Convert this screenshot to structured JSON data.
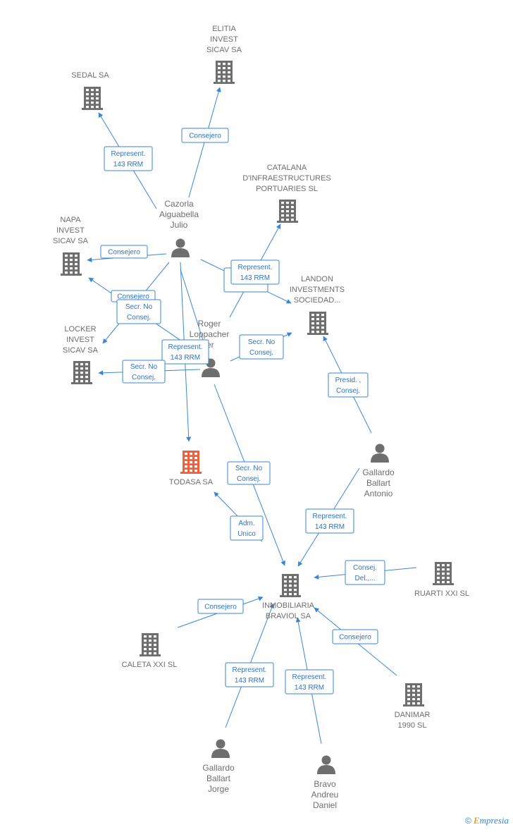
{
  "colors": {
    "edge": "#3a86d6",
    "building": "#6e6e6e",
    "building_highlight": "#f0603a",
    "person": "#6e6e6e"
  },
  "nodes": [
    {
      "id": "elitia",
      "type": "building",
      "label": [
        "ELITIA",
        "INVEST",
        "SICAV SA"
      ]
    },
    {
      "id": "sedal",
      "type": "building",
      "label": [
        "SEDAL SA"
      ]
    },
    {
      "id": "catalana",
      "type": "building",
      "label": [
        "CATALANA",
        "D'INFRAESTRUCTURES",
        "PORTUARIES SL"
      ]
    },
    {
      "id": "napa",
      "type": "building",
      "label": [
        "NAPA",
        "INVEST",
        "SICAV SA"
      ]
    },
    {
      "id": "landon",
      "type": "building",
      "label": [
        "LANDON",
        "INVESTMENTS",
        "SOCIEDAD..."
      ]
    },
    {
      "id": "locker",
      "type": "building",
      "label": [
        "LOCKER",
        "INVEST",
        "SICAV SA"
      ]
    },
    {
      "id": "todasa",
      "type": "building",
      "highlight": true,
      "label": [
        "TODASA SA"
      ]
    },
    {
      "id": "inmobiliaria",
      "type": "building",
      "label": [
        "INMOBILIARIA",
        "BRAVIOL SA"
      ]
    },
    {
      "id": "ruarti",
      "type": "building",
      "label": [
        "RUARTI XXI SL"
      ]
    },
    {
      "id": "caleta",
      "type": "building",
      "label": [
        "CALETA XXI SL"
      ]
    },
    {
      "id": "danimar",
      "type": "building",
      "label": [
        "DANIMAR",
        "1990 SL"
      ]
    },
    {
      "id": "cazorla",
      "type": "person",
      "label": [
        "Cazorla",
        "Aiguabella",
        "Julio"
      ]
    },
    {
      "id": "roger",
      "type": "person",
      "label": [
        "Roger",
        "Loppacher",
        "ier"
      ]
    },
    {
      "id": "gallardo_antonio",
      "type": "person",
      "label": [
        "Gallardo",
        "Ballart",
        "Antonio"
      ]
    },
    {
      "id": "gallardo_jorge",
      "type": "person",
      "label": [
        "Gallardo",
        "Ballart",
        "Jorge"
      ]
    },
    {
      "id": "bravo",
      "type": "person",
      "label": [
        "Bravo",
        "Andreu",
        "Daniel"
      ]
    }
  ],
  "edges": [
    {
      "from": "cazorla",
      "to": "elitia",
      "label": [
        "Consejero"
      ]
    },
    {
      "from": "cazorla",
      "to": "sedal",
      "label": [
        "Represent.",
        "143 RRM"
      ]
    },
    {
      "from": "cazorla",
      "to": "napa",
      "label": [
        "Consejero"
      ]
    },
    {
      "from": "cazorla",
      "to": "locker",
      "label": [
        "Consejero"
      ]
    },
    {
      "from": "cazorla",
      "to": "todasa",
      "label": [
        "Represent.",
        "143 RRM"
      ]
    },
    {
      "from": "cazorla",
      "to": "landon",
      "label": [
        "Consej...."
      ]
    },
    {
      "from": "roger",
      "to": "catalana",
      "label": [
        "Represent.",
        "143 RRM"
      ]
    },
    {
      "from": "roger",
      "to": "landon",
      "label": [
        "Secr. No",
        "Consej."
      ]
    },
    {
      "from": "roger",
      "to": "napa",
      "label": [
        "Secr. No",
        "Consej."
      ]
    },
    {
      "from": "roger",
      "to": "locker",
      "label": [
        "Secr. No",
        "Consej."
      ]
    },
    {
      "from": "roger",
      "to": "inmobiliaria",
      "label": [
        "Secr. No",
        "Consej."
      ]
    },
    {
      "from": "cazorla",
      "to": "catalana",
      "label": [
        "Represent.",
        "143 RRM"
      ]
    },
    {
      "from": "gallardo_antonio",
      "to": "landon",
      "label": [
        "Presid. ,",
        "Consej."
      ]
    },
    {
      "from": "gallardo_antonio",
      "to": "inmobiliaria",
      "label": [
        "Represent.",
        "143 RRM"
      ]
    },
    {
      "from": "inmobiliaria",
      "to": "todasa",
      "label": [
        "Adm.",
        "Unico"
      ]
    },
    {
      "from": "ruarti",
      "to": "inmobiliaria",
      "label": [
        "Consej.",
        "Del.,..."
      ]
    },
    {
      "from": "caleta",
      "to": "inmobiliaria",
      "label": [
        "Consejero"
      ]
    },
    {
      "from": "danimar",
      "to": "inmobiliaria",
      "label": [
        "Consejero"
      ]
    },
    {
      "from": "gallardo_jorge",
      "to": "inmobiliaria",
      "label": [
        "Represent.",
        "143 RRM"
      ]
    },
    {
      "from": "bravo",
      "to": "inmobiliaria",
      "label": [
        "Represent.",
        "143 RRM"
      ]
    }
  ],
  "footer": {
    "copyright": "©",
    "brand_e": "E",
    "brand_rest": "mpresia"
  }
}
